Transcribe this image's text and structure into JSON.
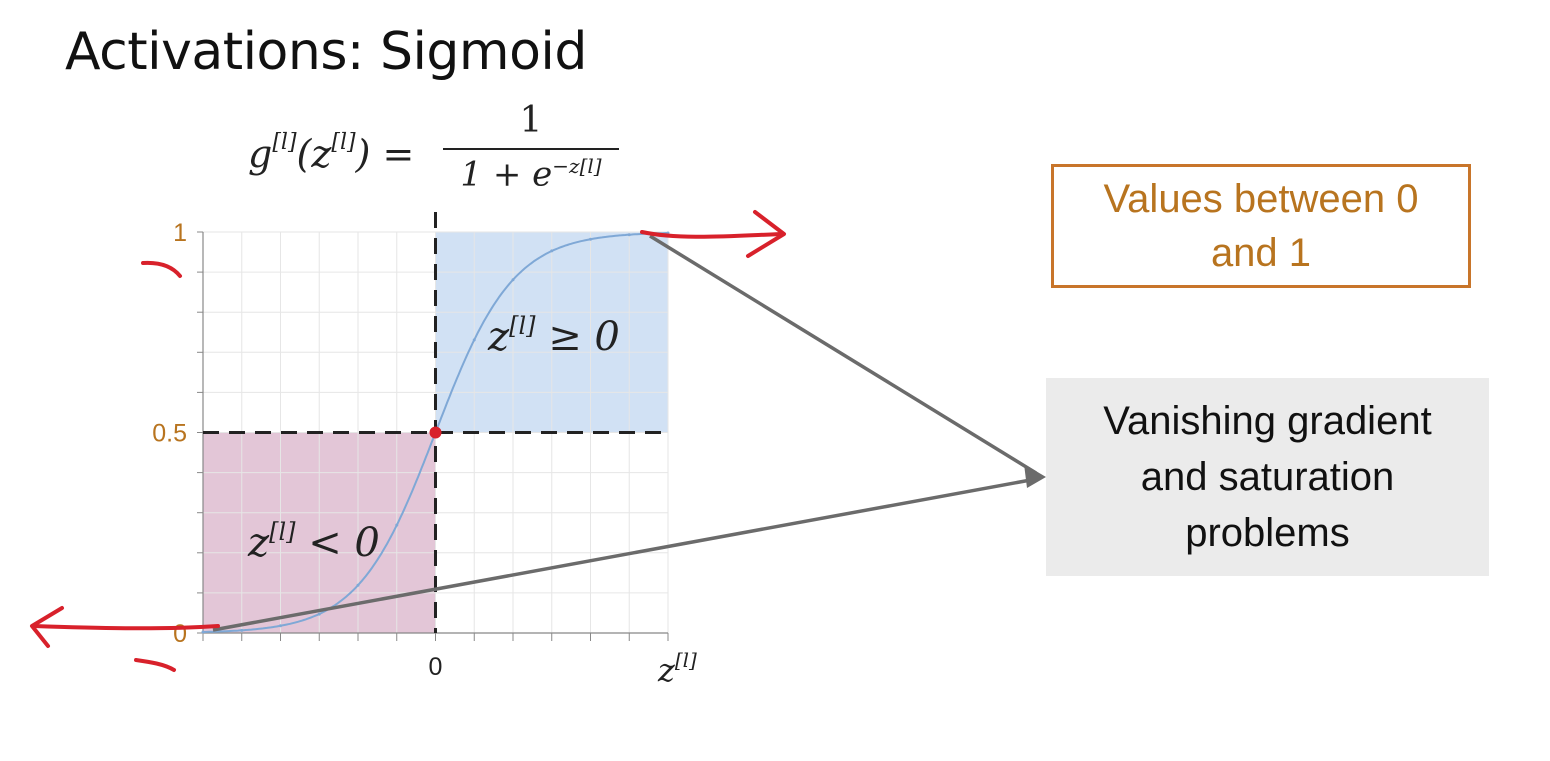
{
  "slide": {
    "title": "Activations: Sigmoid"
  },
  "formula": {
    "lhs": "g",
    "lhs_sup": "[l]",
    "lhs_arg": "(z",
    "lhs_arg_sup": "[l]",
    "lhs_tail": ") =",
    "numerator": "1",
    "denominator": "1 + e",
    "denominator_sup": "−z[l]"
  },
  "callouts": {
    "values_box": "Values between 0 and 1",
    "vanishing_box": "Vanishing gradient and saturation problems"
  },
  "region_labels": {
    "negative": "z[l] < 0",
    "positive": "z[l] ≥ 0"
  },
  "colors": {
    "tick_label": "#b8741f",
    "curve": "#7fa8d6",
    "positive_region": "#c9dcf2",
    "negative_region": "#dcb8cd",
    "annotation_red": "#d8212b",
    "arrow_gray": "#6b6b6b"
  },
  "chart_data": {
    "type": "line",
    "series": [
      {
        "x": [
          -6,
          -5,
          -4,
          -3,
          -2,
          -1,
          0,
          1,
          2,
          3,
          4,
          5,
          6
        ],
        "y": [
          0.0025,
          0.0067,
          0.018,
          0.047,
          0.119,
          0.269,
          0.5,
          0.731,
          0.881,
          0.953,
          0.982,
          0.993,
          0.9975
        ]
      }
    ],
    "xlabel": "z[l]",
    "xlim": [
      -6,
      6
    ],
    "ylim": [
      0,
      1
    ],
    "x_ticks": [
      {
        "value": 0,
        "label": "0"
      }
    ],
    "y_ticks": [
      {
        "value": 0,
        "label": "0"
      },
      {
        "value": 0.5,
        "label": "0.5"
      },
      {
        "value": 1,
        "label": "1"
      }
    ],
    "grid": true,
    "highlight_point": {
      "x": 0,
      "y": 0.5
    }
  }
}
